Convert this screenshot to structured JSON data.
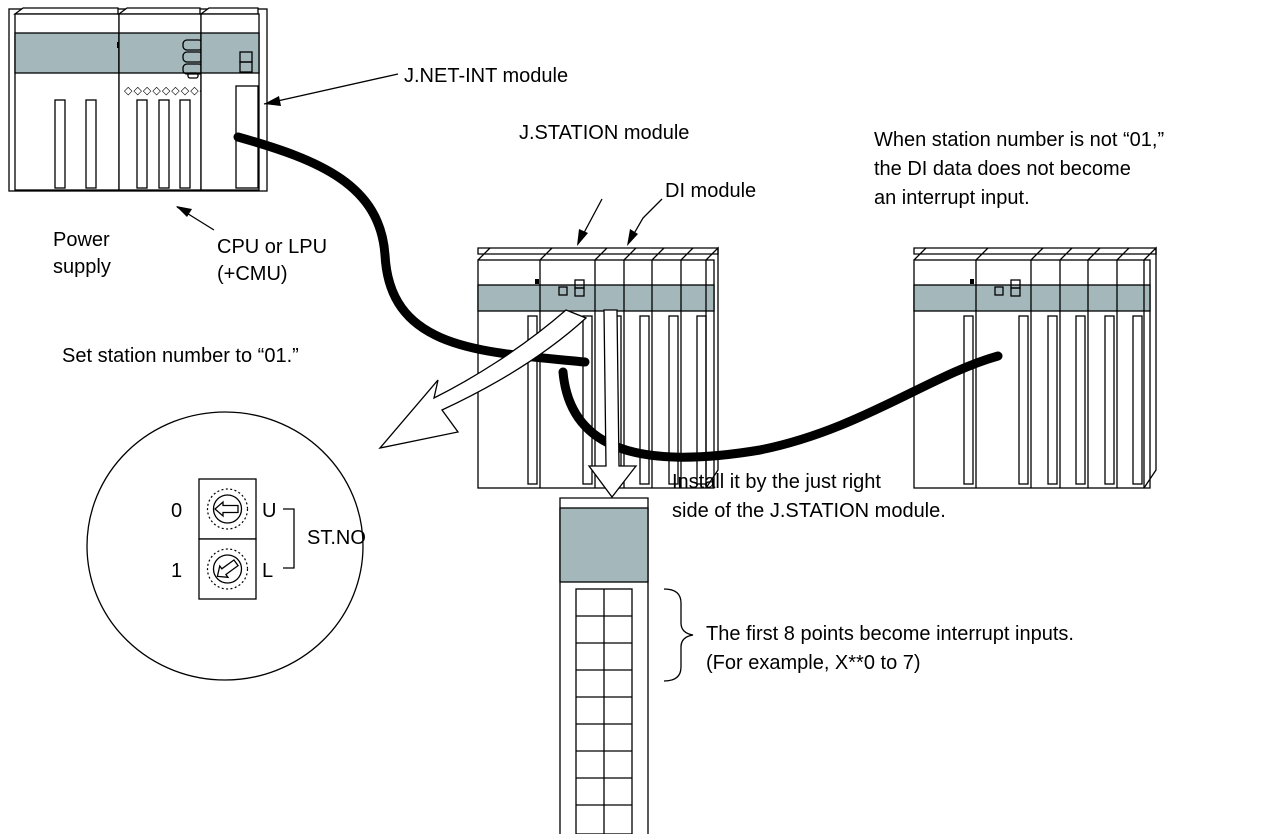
{
  "labels": {
    "jnet_int": "J.NET-INT module",
    "jstation": "J.STATION module",
    "di_module": "DI module",
    "power_supply_line1": "Power",
    "power_supply_line2": "supply",
    "cpu_line1": "CPU or LPU",
    "cpu_line2": "(+CMU)",
    "set_station": "Set station number to “01.”",
    "other_station_line1": "When station number is not “01,”",
    "other_station_line2": "the DI data does not become",
    "other_station_line3": "an interrupt input.",
    "install_line1": "Install it by the just right",
    "install_line2": "side of the J.STATION module.",
    "first_points_line1": "The first 8 points become interrupt inputs.",
    "first_points_line2": "(For example, X**0 to 7)"
  },
  "switch": {
    "upper_digit": "0",
    "lower_digit": "1",
    "upper_tag": "U",
    "lower_tag": "L",
    "name": "ST.NO"
  },
  "colors": {
    "module_band": "#a4b8bc",
    "line": "#000000",
    "background": "#ffffff"
  }
}
